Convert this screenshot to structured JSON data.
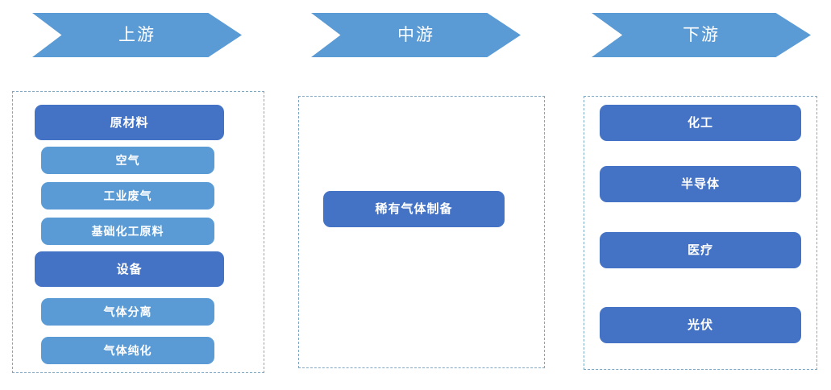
{
  "diagram": {
    "type": "industry-chain",
    "colors": {
      "chevron": "#5B9BD5",
      "category_box": "#4472C4",
      "sub_box": "#5B9BD5",
      "dashed_border": "#7FA8C4",
      "text": "#FFFFFF",
      "background": "#FFFFFF"
    }
  },
  "columns": [
    {
      "id": "upstream",
      "header": "上游",
      "nodes": [
        {
          "label": "原材料",
          "level": "category"
        },
        {
          "label": "空气",
          "level": "sub"
        },
        {
          "label": "工业废气",
          "level": "sub"
        },
        {
          "label": "基础化工原料",
          "level": "sub"
        },
        {
          "label": "设备",
          "level": "category"
        },
        {
          "label": "气体分离",
          "level": "sub"
        },
        {
          "label": "气体纯化",
          "level": "sub"
        }
      ]
    },
    {
      "id": "midstream",
      "header": "中游",
      "nodes": [
        {
          "label": "稀有气体制备",
          "level": "category"
        }
      ]
    },
    {
      "id": "downstream",
      "header": "下游",
      "nodes": [
        {
          "label": "化工",
          "level": "category"
        },
        {
          "label": "半导体",
          "level": "category"
        },
        {
          "label": "医疗",
          "level": "category"
        },
        {
          "label": "光伏",
          "level": "category"
        }
      ]
    }
  ]
}
